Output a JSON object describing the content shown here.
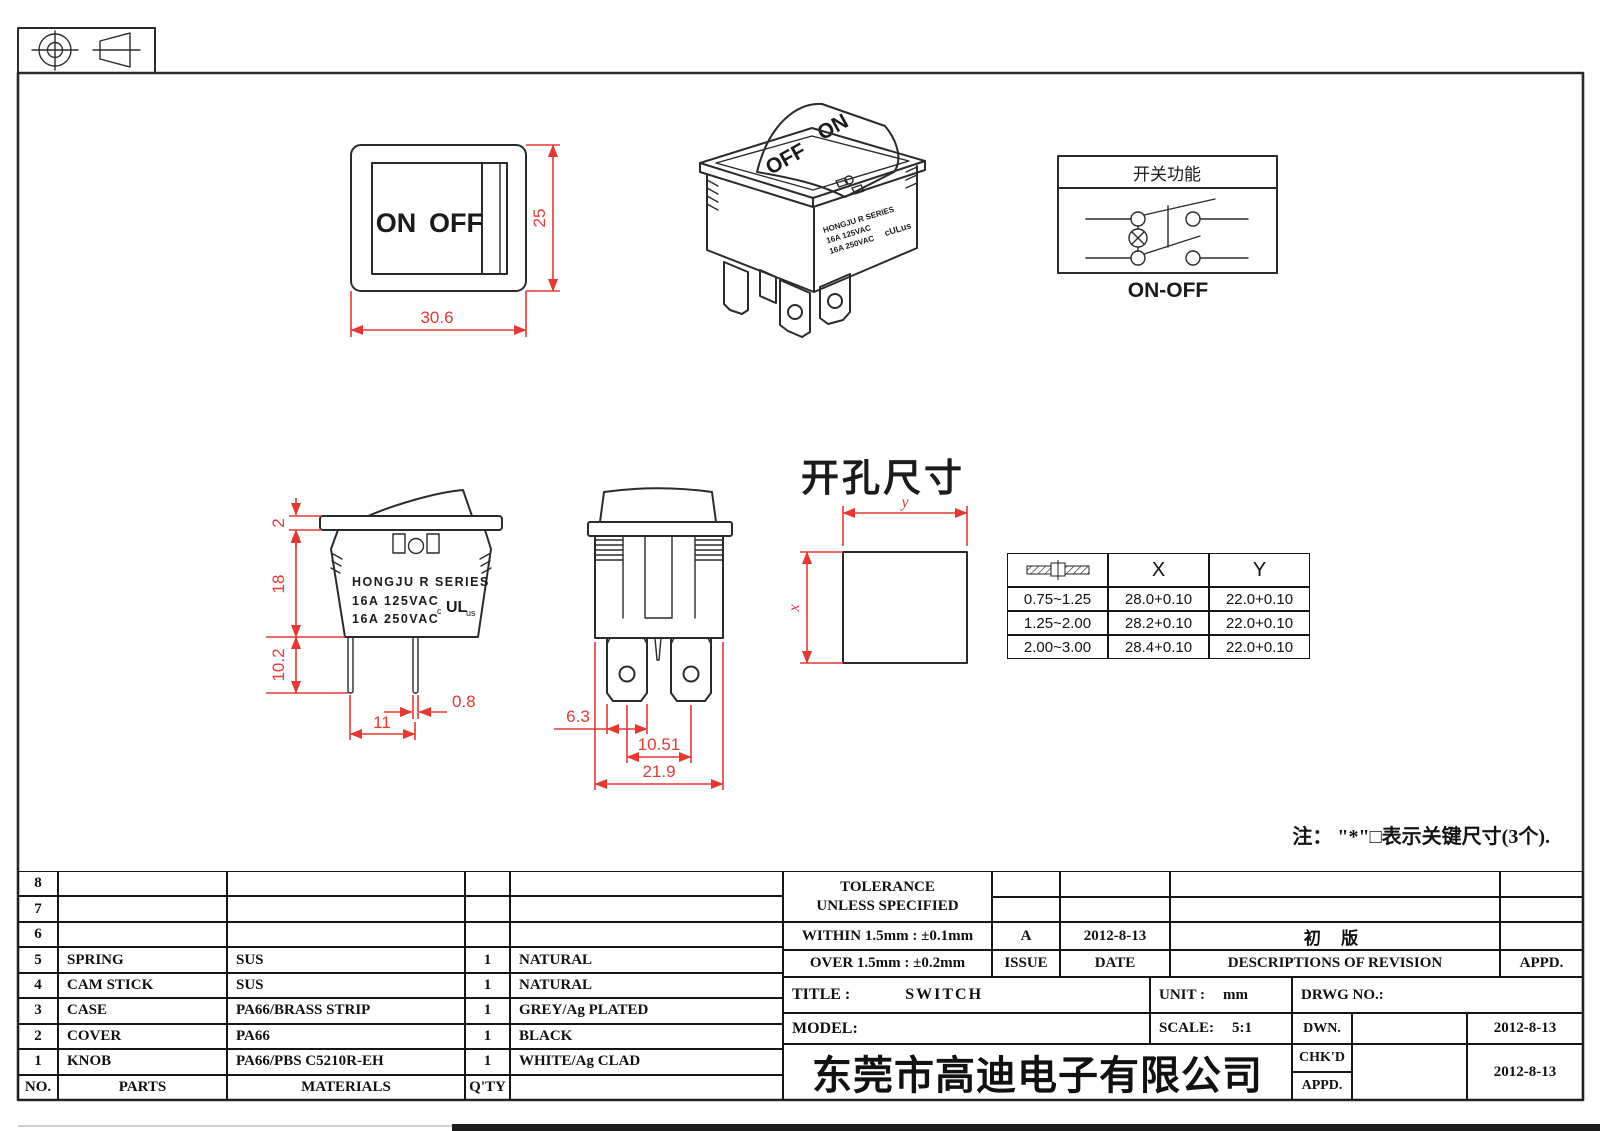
{
  "front_view": {
    "on": "ON",
    "off": "OFF",
    "dim_width": "30.6",
    "dim_height": "25"
  },
  "iso_view": {
    "on": "ON",
    "off": "OFF"
  },
  "product": {
    "line1": "HONGJU R SERIES",
    "line2": "16A 125VAC",
    "line3": "16A 250VAC",
    "ul_c": "c",
    "ul_core": "UL",
    "ul_us": "us",
    "ul_compact": "cULus"
  },
  "function_box": {
    "title": "开关功能",
    "mode_label": "ON-OFF"
  },
  "side_view": {
    "dim_flange": "2",
    "dim_body": "18",
    "dim_pin": "10.2",
    "dim_pin_width": "0.8",
    "dim_pin_pitch": "11"
  },
  "end_view": {
    "dim_terminal_width": "6.3",
    "dim_terminal_pitch": "10.51",
    "dim_body_width": "21.9"
  },
  "cutout": {
    "title": "开孔尺寸",
    "dim_x": "x",
    "dim_y": "y"
  },
  "xy_table": {
    "col_x": "X",
    "col_y": "Y",
    "rows": [
      {
        "t": "0.75~1.25",
        "x": "28.0+0.10",
        "y": "22.0+0.10"
      },
      {
        "t": "1.25~2.00",
        "x": "28.2+0.10",
        "y": "22.0+0.10"
      },
      {
        "t": "2.00~3.00",
        "x": "28.4+0.10",
        "y": "22.0+0.10"
      }
    ]
  },
  "note": "注： \"*\"□表示关键尺寸(3个).",
  "bom": {
    "headers": {
      "no": "NO.",
      "parts": "PARTS",
      "materials": "MATERIALS",
      "qty": "Q'TY",
      "color": ""
    },
    "rows": [
      {
        "no": "8",
        "part": "",
        "material": "",
        "qty": "",
        "color": ""
      },
      {
        "no": "7",
        "part": "",
        "material": "",
        "qty": "",
        "color": ""
      },
      {
        "no": "6",
        "part": "",
        "material": "",
        "qty": "",
        "color": ""
      },
      {
        "no": "5",
        "part": "SPRING",
        "material": "SUS",
        "qty": "1",
        "color": "NATURAL"
      },
      {
        "no": "4",
        "part": "CAM STICK",
        "material": "SUS",
        "qty": "1",
        "color": "NATURAL"
      },
      {
        "no": "3",
        "part": "CASE",
        "material": "PA66/BRASS STRIP",
        "qty": "1",
        "color": "GREY/Ag PLATED"
      },
      {
        "no": "2",
        "part": "COVER",
        "material": "PA66",
        "qty": "1",
        "color": "BLACK"
      },
      {
        "no": "1",
        "part": "KNOB",
        "material": "PA66/PBS C5210R-EH",
        "qty": "1",
        "color": "WHITE/Ag CLAD"
      }
    ]
  },
  "tolerance": {
    "line1": "TOLERANCE",
    "line2": "UNLESS SPECIFIED",
    "within": "WITHIN 1.5mm : ±0.1mm",
    "over": "OVER 1.5mm : ±0.2mm",
    "issue_value": "A",
    "issue_label": "ISSUE",
    "date_value": "2012-8-13",
    "date_label": "DATE",
    "revision_value": "初 版",
    "revision_label": "DESCRIPTIONS OF REVISION",
    "appd_label": "APPD."
  },
  "title_block": {
    "title_label": "TITLE :",
    "title_value": "SWITCH",
    "unit_label": "UNIT :",
    "unit_value": "mm",
    "drwg_label": "DRWG NO.:",
    "model_label": "MODEL:",
    "scale_label": "SCALE:",
    "scale_value": "5:1",
    "dwn_label": "DWN.",
    "dwn_date": "2012-8-13",
    "chkd_label": "CHK'D",
    "appd_label": "APPD.",
    "chkd_appd_date": "2012-8-13",
    "company": "东莞市高迪电子有限公司"
  }
}
